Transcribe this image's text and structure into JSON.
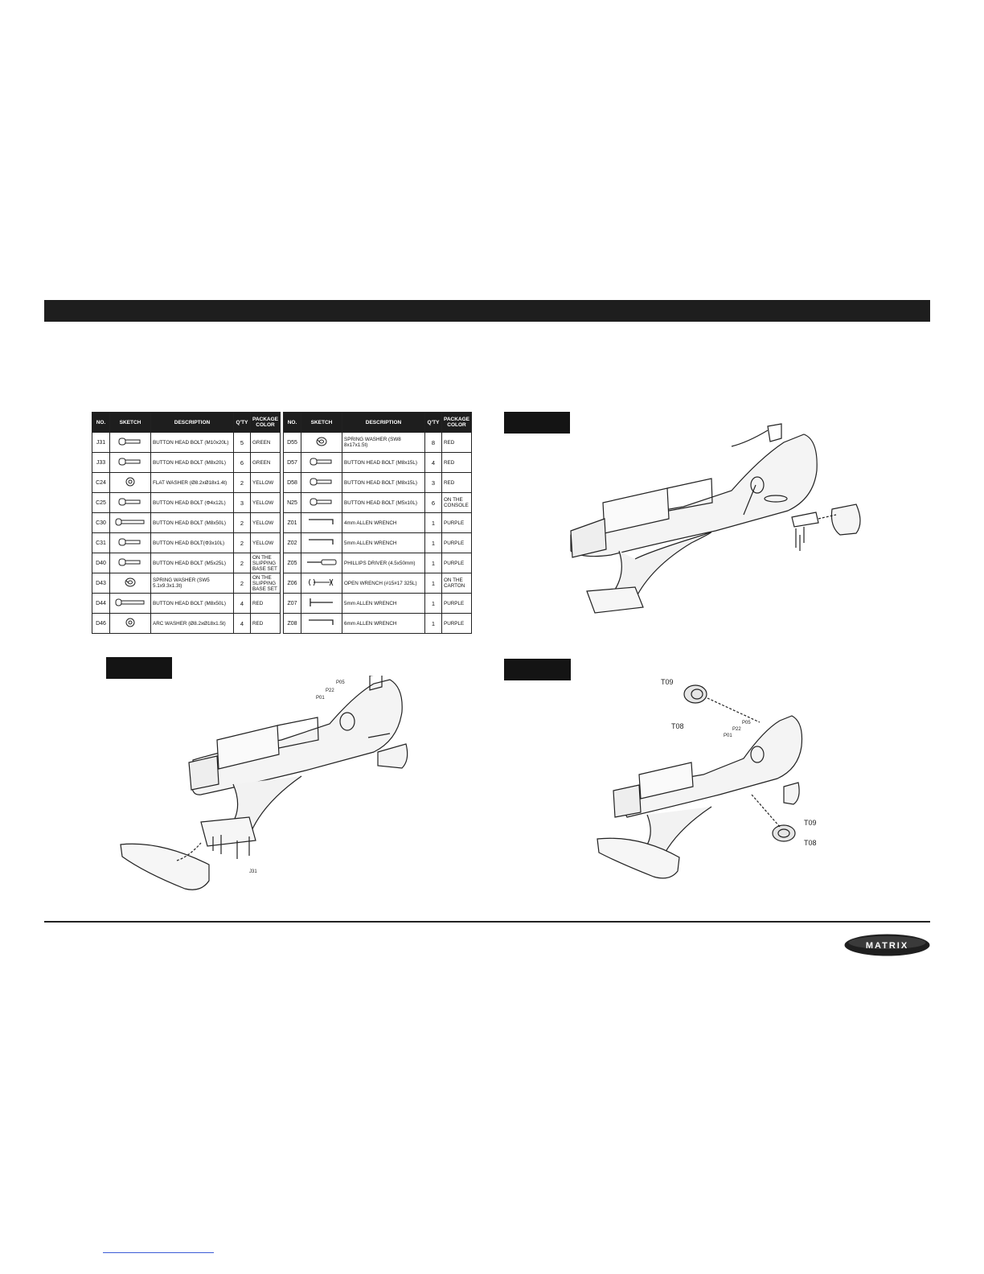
{
  "parts_table": {
    "headers": [
      "NO.",
      "SKETCH",
      "DESCRIPTION",
      "Q'TY",
      "PACKAGE COLOR"
    ],
    "left": [
      {
        "no": "J31",
        "desc": "BUTTON HEAD BOLT (M10x20L)",
        "qty": "5",
        "color": "GREEN",
        "sketch": "bolt-icon"
      },
      {
        "no": "J33",
        "desc": "BUTTON HEAD BOLT (M8x20L)",
        "qty": "6",
        "color": "GREEN",
        "sketch": "bolt-icon"
      },
      {
        "no": "C24",
        "desc": "FLAT WASHER (Ø8.2xØ18x1.4t)",
        "qty": "2",
        "color": "YELLOW",
        "sketch": "washer-icon"
      },
      {
        "no": "C25",
        "desc": "BUTTON HEAD BOLT (Φ4x12L)",
        "qty": "3",
        "color": "YELLOW",
        "sketch": "bolt-icon"
      },
      {
        "no": "C30",
        "desc": "BUTTON HEAD BOLT (M8x50L)",
        "qty": "2",
        "color": "YELLOW",
        "sketch": "long-bolt-icon"
      },
      {
        "no": "C31",
        "desc": "BUTTON HEAD BOLT(Φ3x10L)",
        "qty": "2",
        "color": "YELLOW",
        "sketch": "bolt-icon"
      },
      {
        "no": "D40",
        "desc": "BUTTON HEAD BOLT (M5x25L)",
        "qty": "2",
        "color": "ON THE SLIPPING BASE SET",
        "sketch": "bolt-icon"
      },
      {
        "no": "D43",
        "desc": "SPRING WASHER (SW5 5.1x9.3x1.3t)",
        "qty": "2",
        "color": "ON THE SLIPPING BASE SET",
        "sketch": "spring-washer-icon"
      },
      {
        "no": "D44",
        "desc": "BUTTON HEAD BOLT (M8x50L)",
        "qty": "4",
        "color": "RED",
        "sketch": "long-bolt-icon"
      },
      {
        "no": "D46",
        "desc": "ARC WASHER (Ø8.2xØ18x1.5t)",
        "qty": "4",
        "color": "RED",
        "sketch": "washer-icon"
      }
    ],
    "right": [
      {
        "no": "D55",
        "desc": "SPRING WASHER (SW8 8x17x1.5t)",
        "qty": "8",
        "color": "RED",
        "sketch": "spring-washer-icon"
      },
      {
        "no": "D57",
        "desc": "BUTTON HEAD BOLT (M8x15L)",
        "qty": "4",
        "color": "RED",
        "sketch": "bolt-icon"
      },
      {
        "no": "D58",
        "desc": "BUTTON HEAD BOLT (M8x15L)",
        "qty": "3",
        "color": "RED",
        "sketch": "bolt-icon"
      },
      {
        "no": "N25",
        "desc": "BUTTON HEAD BOLT (M5x10L)",
        "qty": "6",
        "color": "ON THE CONSOLE",
        "sketch": "bolt-icon"
      },
      {
        "no": "Z01",
        "desc": "4mm ALLEN WRENCH",
        "qty": "1",
        "color": "PURPLE",
        "sketch": "allen-wrench-icon"
      },
      {
        "no": "Z02",
        "desc": "5mm ALLEN WRENCH",
        "qty": "1",
        "color": "PURPLE",
        "sketch": "allen-wrench-icon"
      },
      {
        "no": "Z05",
        "desc": "PHILLIPS DRIVER (4.5x50mm)",
        "qty": "1",
        "color": "PURPLE",
        "sketch": "screwdriver-icon"
      },
      {
        "no": "Z06",
        "desc": "OPEN WRENCH (#15#17 325L)",
        "qty": "1",
        "color": "ON THE CARTON",
        "sketch": "open-wrench-icon"
      },
      {
        "no": "Z07",
        "desc": "5mm ALLEN WRENCH",
        "qty": "1",
        "color": "PURPLE",
        "sketch": "t-wrench-icon"
      },
      {
        "no": "Z08",
        "desc": "6mm ALLEN WRENCH",
        "qty": "1",
        "color": "PURPLE",
        "sketch": "allen-wrench-icon"
      }
    ]
  },
  "diagram_labels": {
    "step1_top": "P05",
    "step1_mid": "P22",
    "step1_low": "P01",
    "step1_bolt": "J31",
    "step3_t09_top": "T09",
    "step3_t08_top": "T08",
    "step3_p05": "P05",
    "step3_p22": "P22",
    "step3_p01": "P01",
    "step3_t09_bottom": "T09",
    "step3_t08_bottom": "T08"
  },
  "logo": {
    "text": "MATRIX"
  }
}
